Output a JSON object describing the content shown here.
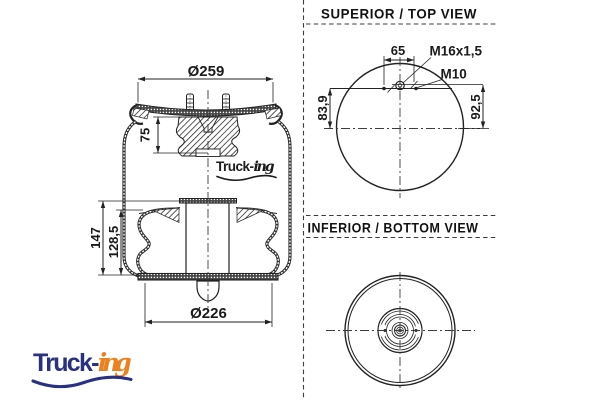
{
  "drawing": {
    "front_view": {
      "dim_top_plate_diameter": "Ø259",
      "dim_bumper_height": "75",
      "dim_total_height": "147",
      "dim_rolling_lobe_height": "128,5",
      "dim_piston_diameter": "Ø226",
      "watermark_bold": "Truck-",
      "watermark_script": "ing"
    },
    "top_view": {
      "title": "SUPERIOR / TOP VIEW",
      "dim_stud_spacing": "65",
      "label_air_fitting": "M16x1,5",
      "label_stud_thread": "M10",
      "dim_left_offset": "83,9",
      "dim_right_offset": "92,5"
    },
    "bottom_view": {
      "title": "INFERIOR / BOTTOM VIEW"
    }
  },
  "logo": {
    "bold": "Truck-",
    "script": "ing"
  },
  "colors": {
    "line": "#222222",
    "navy": "#2b3181",
    "orange": "#ec821e"
  }
}
